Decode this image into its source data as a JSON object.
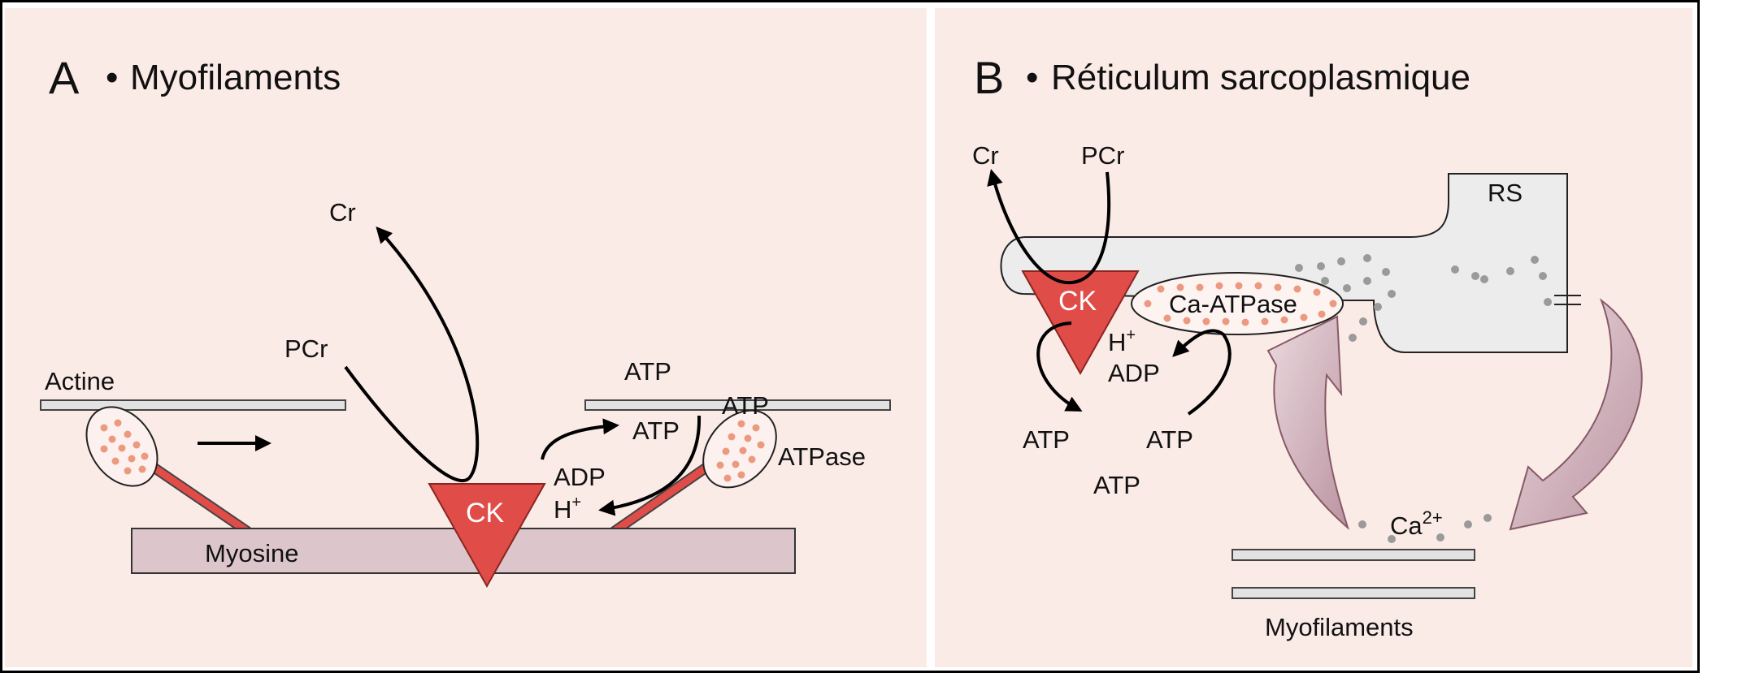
{
  "colors": {
    "panel_bg": "#fbebe6",
    "ck_red": "#e04c48",
    "myosin_fill": "#dcc6cc",
    "filament_fill": "#e2e2e2",
    "rs_fill": "#ececec",
    "dot_salmon": "#eb9a80",
    "dot_gray": "#9a9a9a",
    "big_arrow_fill": "#c8a8b4"
  },
  "panel_a": {
    "letter": "A",
    "bullet": "•",
    "title": "Myofilaments",
    "labels": {
      "actine": "Actine",
      "myosine": "Myosine",
      "ck": "CK",
      "cr": "Cr",
      "pcr": "PCr",
      "atp_top": "ATP",
      "atp_upper": "ATP",
      "atp_mid": "ATP",
      "atpase": "ATPase",
      "adp": "ADP",
      "h": "H",
      "h_sup": "+"
    }
  },
  "panel_b": {
    "letter": "B",
    "bullet": "•",
    "title": "Réticulum sarcoplasmique",
    "labels": {
      "cr": "Cr",
      "pcr": "PCr",
      "rs": "RS",
      "ck": "CK",
      "ca_atpase": "Ca-ATPase",
      "h": "H",
      "h_sup": "+",
      "adp": "ADP",
      "atp_left": "ATP",
      "atp_right": "ATP",
      "atp_bottom": "ATP",
      "ca": "Ca",
      "ca_sup": "2+",
      "myofilaments": "Myofilaments"
    }
  }
}
